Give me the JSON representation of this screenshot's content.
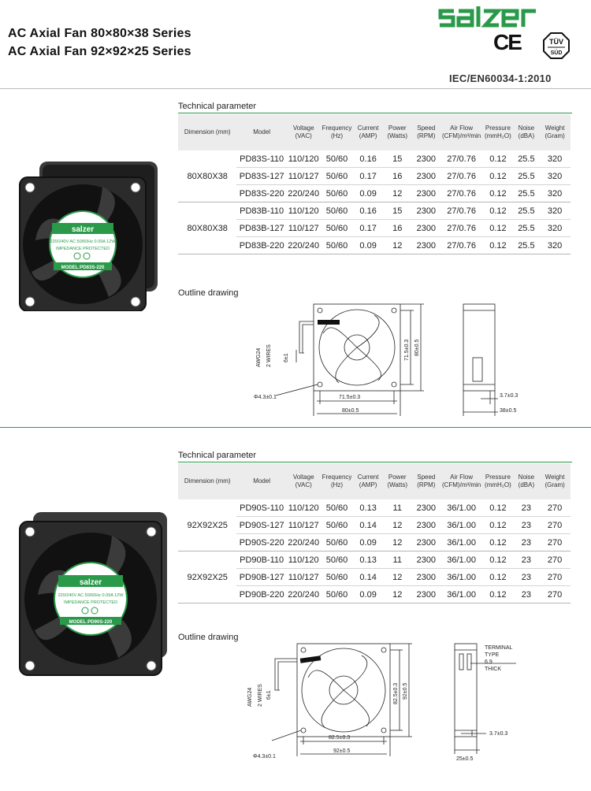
{
  "header": {
    "title_line1": "AC Axial Fan 80×80×38 Series",
    "title_line2": "AC Axial Fan 92×92×25 Series",
    "brand": "salzer",
    "ce_mark": "CE",
    "tuv_mark_top": "TÜV",
    "tuv_mark_bottom": "SÜD",
    "standard": "IEC/EN60034-1:2010"
  },
  "columns": [
    "Dimension (mm)",
    "Model",
    "Voltage (VAC)",
    "Frequency (Hz)",
    "Current (AMP)",
    "Power (Watts)",
    "Speed (RPM)",
    "Air Flow (CFM)/m³/min",
    "Pressure (mmH₂O)",
    "Noise (dBA)",
    "Weight (Gram)"
  ],
  "section1": {
    "param_label": "Technical parameter",
    "drawing_label": "Outline drawing",
    "fan_label_lines": [
      "salzer",
      "220/240V AC 50/60Hz 0.09A 12W",
      "IMPEDANCE PROTECTED",
      "MODEL:PD83S-220"
    ],
    "groups": [
      {
        "dimension": "80X80X38",
        "rows": [
          [
            "PD83S-110",
            "110/120",
            "50/60",
            "0.16",
            "15",
            "2300",
            "27/0.76",
            "0.12",
            "25.5",
            "320"
          ],
          [
            "PD83S-127",
            "110/127",
            "50/60",
            "0.17",
            "16",
            "2300",
            "27/0.76",
            "0.12",
            "25.5",
            "320"
          ],
          [
            "PD83S-220",
            "220/240",
            "50/60",
            "0.09",
            "12",
            "2300",
            "27/0.76",
            "0.12",
            "25.5",
            "320"
          ]
        ]
      },
      {
        "dimension": "80X80X38",
        "rows": [
          [
            "PD83B-110",
            "110/120",
            "50/60",
            "0.16",
            "15",
            "2300",
            "27/0.76",
            "0.12",
            "25.5",
            "320"
          ],
          [
            "PD83B-127",
            "110/127",
            "50/60",
            "0.17",
            "16",
            "2300",
            "27/0.76",
            "0.12",
            "25.5",
            "320"
          ],
          [
            "PD83B-220",
            "220/240",
            "50/60",
            "0.09",
            "12",
            "2300",
            "27/0.76",
            "0.12",
            "25.5",
            "320"
          ]
        ]
      }
    ],
    "drawing": {
      "wire": "AWG24",
      "wires": "2 WIRES",
      "lead": "6±1",
      "hole": "Φ4.3±0.1",
      "pitch_h": "71.5±0.3",
      "pitch_v": "71.5±0.3",
      "width": "80±0.5",
      "height": "80±0.5",
      "depth_in": "3.7±0.3",
      "depth": "38±0.5"
    }
  },
  "section2": {
    "param_label": "Technical parameter",
    "drawing_label": "Outline drawing",
    "fan_label_lines": [
      "salzer",
      "220/240V AC 50/60Hz 0.09A 12W",
      "IMPEDANCE PROTECTED",
      "MODEL:PD90S-220"
    ],
    "groups": [
      {
        "dimension": "92X92X25",
        "rows": [
          [
            "PD90S-110",
            "110/120",
            "50/60",
            "0.13",
            "11",
            "2300",
            "36/1.00",
            "0.12",
            "23",
            "270"
          ],
          [
            "PD90S-127",
            "110/127",
            "50/60",
            "0.14",
            "12",
            "2300",
            "36/1.00",
            "0.12",
            "23",
            "270"
          ],
          [
            "PD90S-220",
            "220/240",
            "50/60",
            "0.09",
            "12",
            "2300",
            "36/1.00",
            "0.12",
            "23",
            "270"
          ]
        ]
      },
      {
        "dimension": "92X92X25",
        "rows": [
          [
            "PD90B-110",
            "110/120",
            "50/60",
            "0.13",
            "11",
            "2300",
            "36/1.00",
            "0.12",
            "23",
            "270"
          ],
          [
            "PD90B-127",
            "110/127",
            "50/60",
            "0.14",
            "12",
            "2300",
            "36/1.00",
            "0.12",
            "23",
            "270"
          ],
          [
            "PD90B-220",
            "220/240",
            "50/60",
            "0.09",
            "12",
            "2300",
            "36/1.00",
            "0.12",
            "23",
            "270"
          ]
        ]
      }
    ],
    "drawing": {
      "wire": "AWG24",
      "wires": "2 WIRES",
      "lead": "6±1",
      "hole": "Φ4.3±0.1",
      "pitch_h": "82.5±0.3",
      "pitch_v": "82.5±0.3",
      "width": "92±0.5",
      "height": "92±0.5",
      "depth_in": "3.7±0.3",
      "depth": "25±0.5",
      "terminal": [
        "TERMINAL",
        "TYPE",
        "6.9",
        "THICK"
      ]
    }
  },
  "colors": {
    "brand_green": "#2a9a4a",
    "header_gray": "#ececec"
  }
}
